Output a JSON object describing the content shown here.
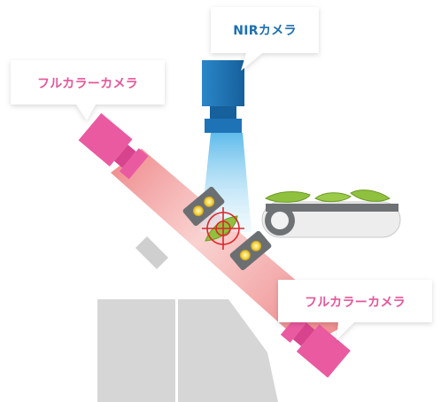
{
  "labels": {
    "nir_camera": "NIRカメラ",
    "full_color_camera_top": "フルカラーカメラ",
    "full_color_camera_bottom": "フルカラーカメラ"
  },
  "colors": {
    "nir_text": "#1d6fb0",
    "full_color_text": "#e5579a",
    "nir_camera_body": "#1e73b7",
    "pink_camera_body": "#ea5aa1",
    "beam_pink": "#f08a92",
    "beam_blue": "#7fc9ee",
    "conveyor_gray": "#6b6f72",
    "bean_green": "#8fc13e",
    "target_red": "#e0262a",
    "block_gray": "#d4d4d4"
  }
}
